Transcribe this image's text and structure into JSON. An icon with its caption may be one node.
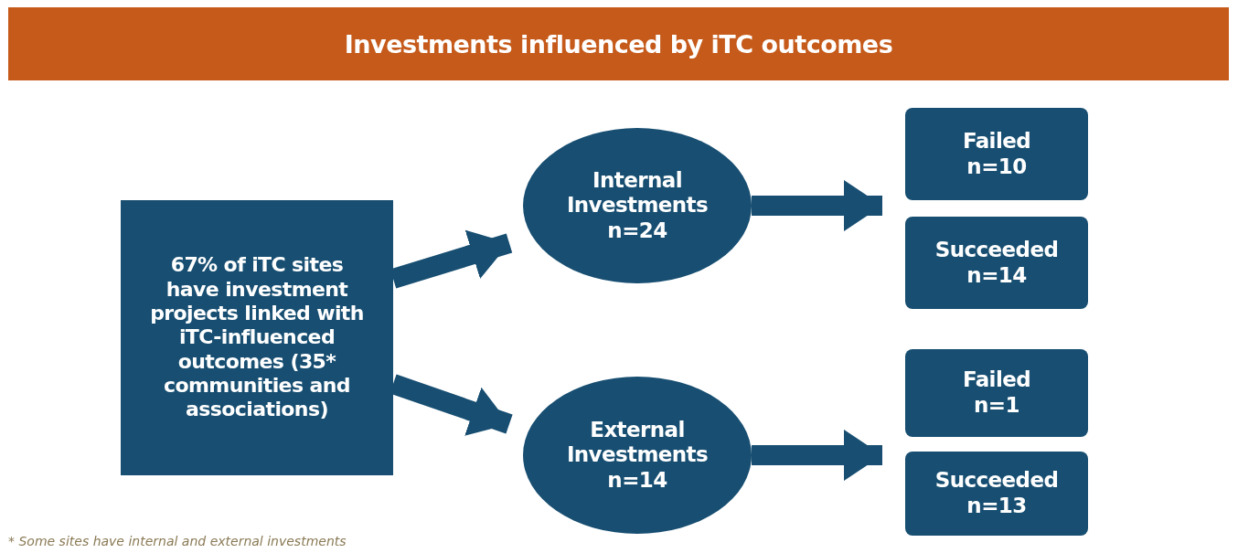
{
  "diagram": {
    "title": "Investments influenced by iTC outcomes",
    "nodes": [
      {
        "text": [
          "67% of iTC sites have investment projects linked with iTC-influenced outcomes (35* communities and associations)"
        ]
      },
      {
        "text": [
          "Internal Investments",
          "n=24"
        ]
      },
      {
        "text": [
          "External Investments",
          "n=14"
        ]
      },
      {
        "text": [
          "Failed",
          "n=10"
        ]
      },
      {
        "text": [
          "Succeeded",
          "n=14"
        ]
      },
      {
        "text": [
          "Failed",
          "n=1"
        ]
      },
      {
        "text": [
          "Succeeded",
          "n=13"
        ]
      }
    ],
    "edges": [
      {
        "from": 0,
        "to": 1,
        "arrow": "to"
      },
      {
        "from": 0,
        "to": 2,
        "arrow": "to"
      },
      {
        "from": 1,
        "to": 3,
        "arrow": "to"
      },
      {
        "from": 1,
        "to": 4,
        "arrow": "to"
      },
      {
        "from": 2,
        "to": 5,
        "arrow": "to"
      },
      {
        "from": 2,
        "to": 6,
        "arrow": "to"
      }
    ],
    "labels": [
      "* Some sites have internal and external investments"
    ]
  }
}
